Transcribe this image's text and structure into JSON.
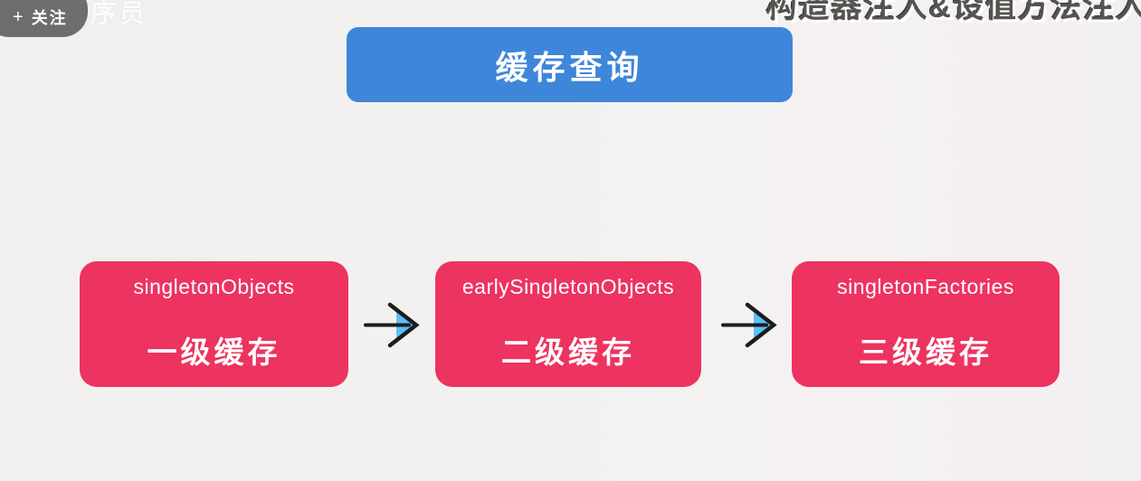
{
  "overlay": {
    "follow_button": {
      "plus": "+",
      "label": "关注"
    },
    "watermark": "程序员",
    "clipped_title": "构造器注入&设值方法注入"
  },
  "diagram": {
    "header": {
      "label": "缓存查询"
    },
    "boxes": [
      {
        "map": "singletonObjects",
        "label": "一级缓存"
      },
      {
        "map": "earlySingletonObjects",
        "label": "二级缓存"
      },
      {
        "map": "singletonFactories",
        "label": "三级缓存"
      }
    ]
  },
  "colors": {
    "header_blue": "#3e86d9",
    "cache_red": "#ed3360",
    "arrow_stroke": "#1c1c1c",
    "arrow_fill": "#5bc0f8",
    "background": "#f2f1f0"
  }
}
